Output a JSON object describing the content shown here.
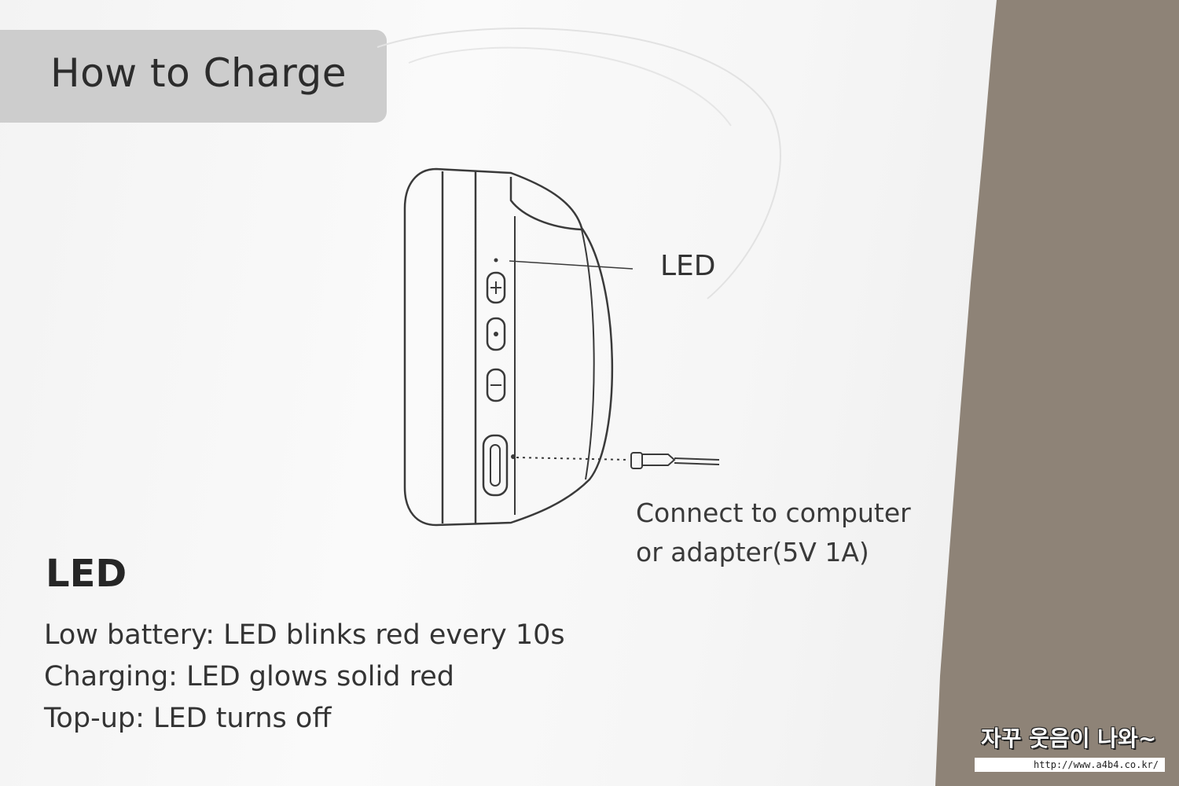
{
  "header": {
    "title": "How to Charge"
  },
  "diagram": {
    "led_label": "LED",
    "connect_line1": "Connect to computer",
    "connect_line2": "or adapter(5V 1A)"
  },
  "led_section": {
    "heading": "LED",
    "lines": [
      "Low battery: LED blinks red every 10s",
      "Charging: LED glows solid red",
      "Top-up: LED turns off"
    ]
  },
  "watermark": {
    "text": "자꾸 웃음이 나와~",
    "url": "http://www.a4b4.co.kr/"
  },
  "colors": {
    "paper": "#f6f6f6",
    "header_bar": "#cdcdcd",
    "ink": "#333333",
    "background": "#8e8377"
  }
}
